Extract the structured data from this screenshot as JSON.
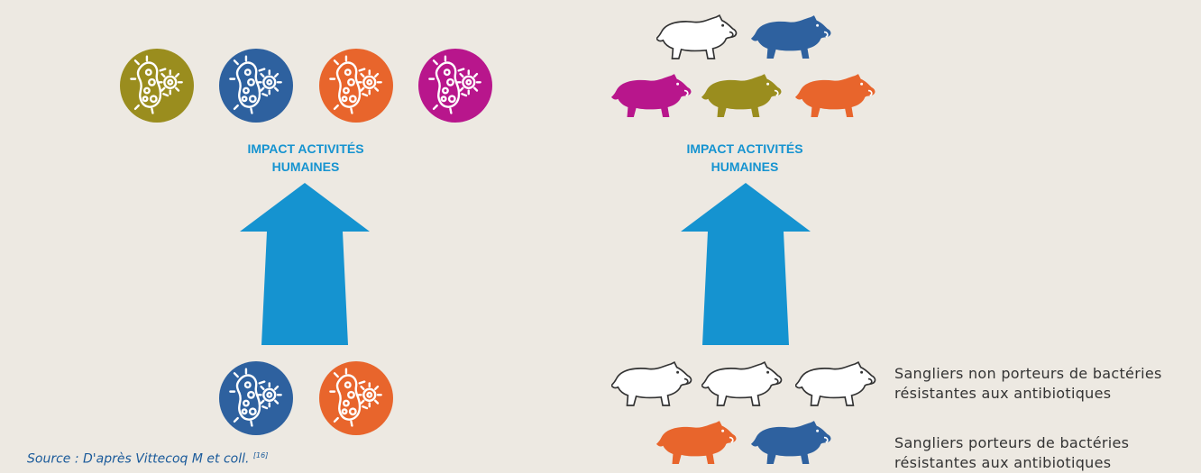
{
  "colors": {
    "olive": "#9a8d1e",
    "blue": "#2e619f",
    "orange": "#e8652c",
    "magenta": "#b8168c",
    "arrow": "#1593d0",
    "outline": "#333333",
    "background": "#ede9e2"
  },
  "left_panel": {
    "impact_line1": "IMPACT ACTIVITÉS",
    "impact_line2": "HUMAINES",
    "top_bacteria": [
      "olive",
      "blue",
      "orange",
      "magenta"
    ],
    "bottom_bacteria": [
      "blue",
      "orange"
    ]
  },
  "right_panel": {
    "impact_line1": "IMPACT ACTIVITÉS",
    "impact_line2": "HUMAINES",
    "top_boars_row1": [
      "white",
      "blue"
    ],
    "top_boars_row2": [
      "magenta",
      "olive",
      "orange"
    ],
    "bottom_boars_row1": [
      "white",
      "white",
      "white"
    ],
    "bottom_boars_row2": [
      "orange",
      "blue"
    ]
  },
  "legend": {
    "non_carriers_line1": "Sangliers non porteurs de bactéries",
    "non_carriers_line2": "résistantes aux antibiotiques",
    "carriers_line1": "Sangliers porteurs de bactéries",
    "carriers_line2": "résistantes aux antibiotiques"
  },
  "source": {
    "text": "Source : D'après Vittecoq M et coll.",
    "ref": "[16]"
  }
}
